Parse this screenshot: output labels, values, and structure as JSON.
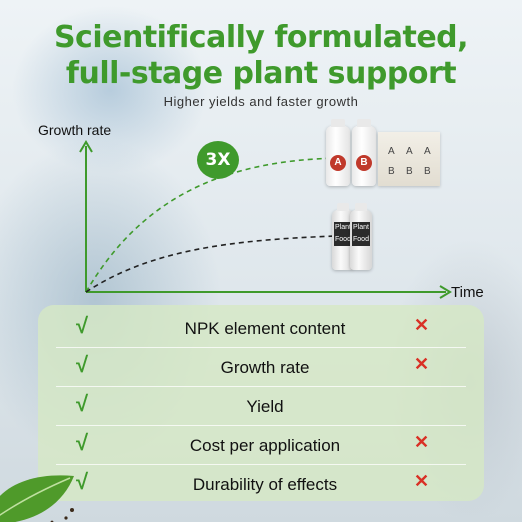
{
  "header": {
    "title_line1": "Scientifically formulated,",
    "title_line2": "full-stage plant support",
    "subtitle": "Higher yields and faster growth"
  },
  "chart": {
    "ylabel": "Growth rate",
    "xlabel": "Time",
    "badge": "3X",
    "colors": {
      "axis": "#3f9a2c",
      "upper_curve": "#3f9a2c",
      "lower_curve": "#222222"
    }
  },
  "products": {
    "bottle_a_letter": "A",
    "bottle_b_letter": "B",
    "bottle_text": "Plant Food",
    "packet_letters": [
      "A",
      "A",
      "A",
      "B",
      "B",
      "B"
    ],
    "competitor_label": "Plant Food"
  },
  "comparison": {
    "rows": [
      {
        "label": "NPK element content",
        "ours": "√",
        "theirs": "✕"
      },
      {
        "label": "Growth rate",
        "ours": "√",
        "theirs": "✕"
      },
      {
        "label": "Yield",
        "ours": "√",
        "theirs": ""
      },
      {
        "label": "Cost per application",
        "ours": "√",
        "theirs": "✕"
      },
      {
        "label": "Durability of effects",
        "ours": "√",
        "theirs": "✕"
      }
    ],
    "colors": {
      "check": "#3f9a2c",
      "cross": "#d93025",
      "panel": "#d6e8c4"
    }
  }
}
